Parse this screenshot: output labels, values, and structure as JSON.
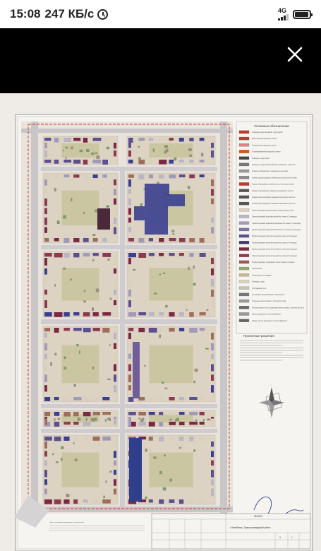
{
  "status_bar": {
    "time": "15:08",
    "speed": "247 КБ/с",
    "network_type": "4G",
    "battery_level": 0.95
  },
  "viewer": {
    "close_icon": "close-icon"
  },
  "plan": {
    "legend_title": "Условные обозначения",
    "legend_items": [
      "Граница проектируемой территории",
      "Действующие красные линии",
      "Отменяемые красные линии",
      "Устанавливаемые красные линии",
      "Границы территории",
      "Границы территорий участков земельных участков",
      "Границы образуемых земельных участков",
      "Номер существующего земельного участка на плане",
      "Номер образуемого земельного участка на плане",
      "Номер планируемого административного жилого",
      "Номер проектируемого административного жилого",
      "Номер проектируемого административного жилого",
      "Существующая архитектурно-строительная зона",
      "Проектируемый архитектурный на плане (1 очередь)",
      "Проектируемый административный на плане (1 очередь)",
      "Проектируемый административный на плане (2 очередь)",
      "Проектируемый архитектурный на плане (3 очередь)",
      "Проектируемый архитектурный на плане (4 очередь)",
      "Проектируемый архитектурный на плане (5 очередь)",
      "Проектируемый архитектурный на плане (6 очередь)",
      "Проектируемые подземные автостоянки на плане",
      "Озеленение",
      "Спортивные площадки",
      "Проезды, ходы",
      "Тротуарные пути",
      "Остановки общественного транспорта",
      "Открытые автостоянки / количество м/м",
      "Обособленные или подземные автостоянки / количество м/м",
      "Линия наружного теплоснабжения",
      "Номер линии наружного теплоснабжения"
    ],
    "notes_title": "Проектные решения",
    "stamp_city": "г.Челябинск, Тракторозаводский район",
    "stamp_code": "26-2023",
    "stamp_sheet": "3",
    "stamp_sheets": "1",
    "bottom_caption": "Проект планировки территории в границах улиц"
  }
}
